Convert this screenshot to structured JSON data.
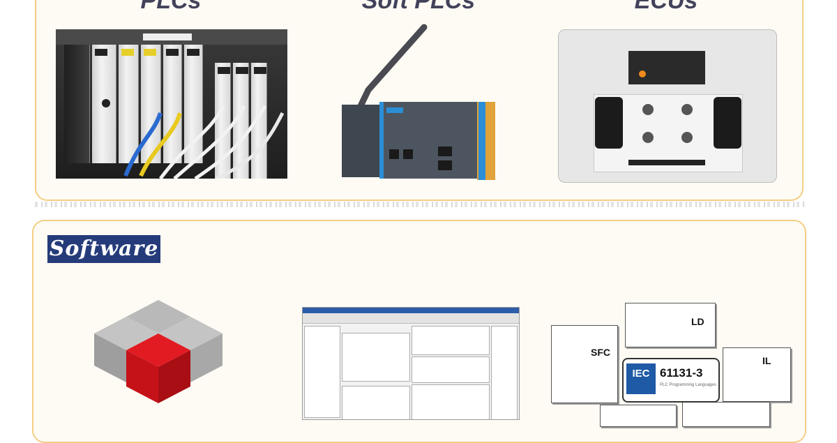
{
  "hardware": {
    "categories": [
      {
        "heading": "PLCs"
      },
      {
        "heading": "Soft PLCs"
      },
      {
        "heading": "ECUs"
      }
    ]
  },
  "software": {
    "tag": "Software",
    "standard": {
      "badge": "IEC",
      "number": "61131-3",
      "subtitle": "PLC Programming Languages"
    },
    "language_cards": [
      "LD",
      "SFC",
      "IL"
    ]
  },
  "colors": {
    "panel_border": "#f3cf83",
    "panel_fill": "#fdfbf4",
    "heading": "#43425b",
    "software_tag_bg": "#253b7a",
    "logo_red": "#d7141b",
    "logo_grey": "#b4b4b4"
  }
}
